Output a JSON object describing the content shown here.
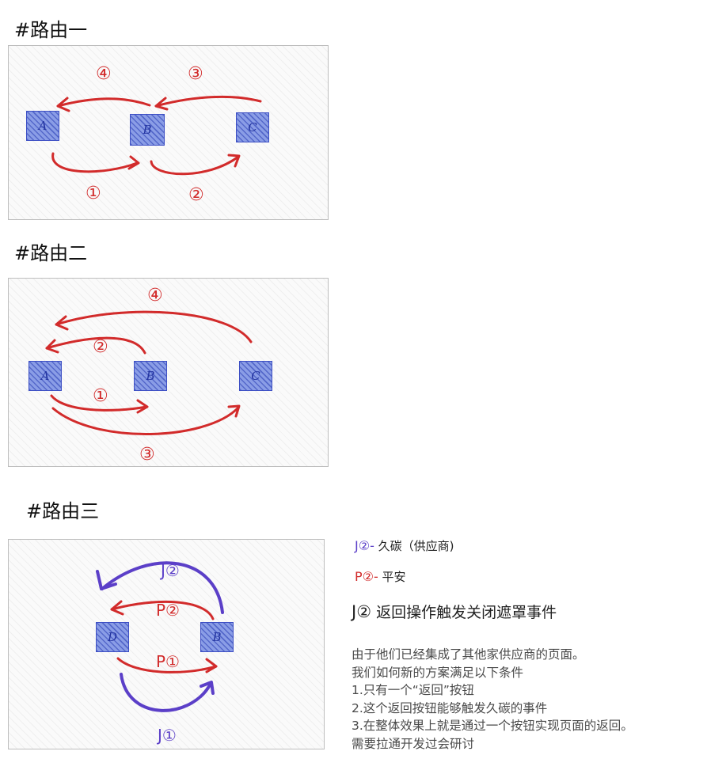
{
  "sections": [
    {
      "heading": "#路由一"
    },
    {
      "heading": "#路由二"
    },
    {
      "heading": "#路由三"
    }
  ],
  "diagram1": {
    "nodes": [
      "A",
      "B",
      "C"
    ],
    "labels": [
      "④",
      "③",
      "①",
      "②"
    ]
  },
  "diagram2": {
    "nodes": [
      "A",
      "B",
      "C"
    ],
    "labels": [
      "④",
      "②",
      "①",
      "③"
    ]
  },
  "diagram3": {
    "nodes": [
      "D",
      "B"
    ],
    "labels": [
      "J②",
      "P②",
      "P①",
      "J①"
    ]
  },
  "legend": {
    "j2_tag": "J②-",
    "j2_text": "久碳（供应商)",
    "p2_tag": "P②-",
    "p2_text": "平安",
    "event_tag": "J②",
    "event_text": "返回操作触发关闭遮罩事件"
  },
  "description": [
    "由于他们已经集成了其他家供应商的页面。",
    "我们如何新的方案满足以下条件",
    "1.只有一个“返回”按钮",
    "2.这个返回按钮能够触发久碳的事件",
    "3.在整体效果上就是通过一个按钮实现页面的返回。",
    "需要拉通开发过会研讨"
  ],
  "colors": {
    "red": "#d22b2b",
    "purple": "#5b3fc8",
    "node_border": "#3d4fc4"
  }
}
